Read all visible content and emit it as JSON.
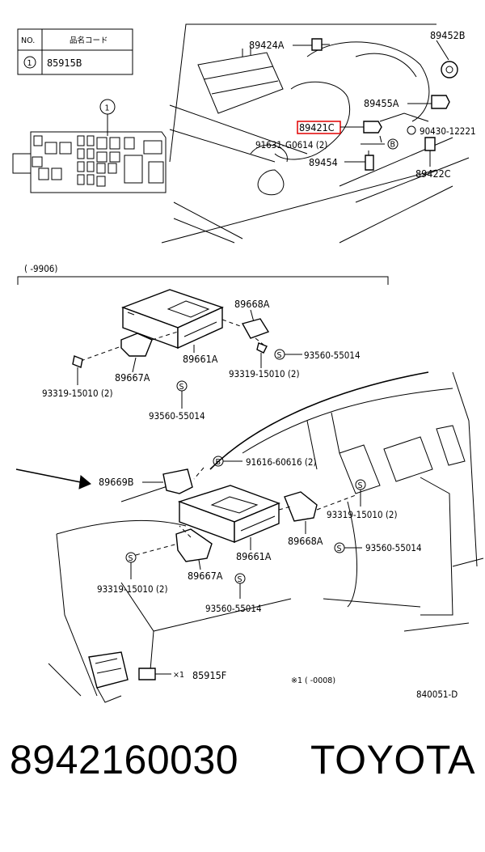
{
  "legend": {
    "header_no": "NO.",
    "header_code": "品名コード",
    "row_no": "1",
    "row_code": "85915B"
  },
  "top_labels": {
    "l89424A": "89424A",
    "l89452B": "89452B",
    "l89455A": "89455A",
    "l89421C": "89421C",
    "l90430": "90430-12221",
    "l91631": "91631-G0614 (2)",
    "l89454": "89454",
    "l89422C": "89422C"
  },
  "range_label": "(     -9906)",
  "upper_labels": {
    "l89668A": "89668A",
    "l89661A": "89661A",
    "l93560a": "93560-55014",
    "l93319a": "93319-15010 (2)",
    "l89667A": "89667A",
    "l93319b": "93319-15010 (2)",
    "l93560b": "93560-55014"
  },
  "lower_labels": {
    "l91616": "91616-60616 (2)",
    "l89669B": "89669B",
    "l93319c": "93319-15010 (2)",
    "l89661A": "89661A",
    "l89668A": "89668A",
    "l93560c": "93560-55014",
    "l93319d": "93319-15010 (2)",
    "l89667A": "89667A",
    "l93560d": "93560-55014",
    "l85915F": "85915F",
    "x1": "×1",
    "note": "※1 (     -0008)",
    "diagram_code": "840051-D"
  },
  "circle_letters": {
    "b": "B",
    "s": "S",
    "one": "1"
  },
  "footer": {
    "part_number": "8942160030",
    "brand": "TOYOTA"
  },
  "colors": {
    "highlight": "#e00000",
    "ink": "#000000"
  }
}
